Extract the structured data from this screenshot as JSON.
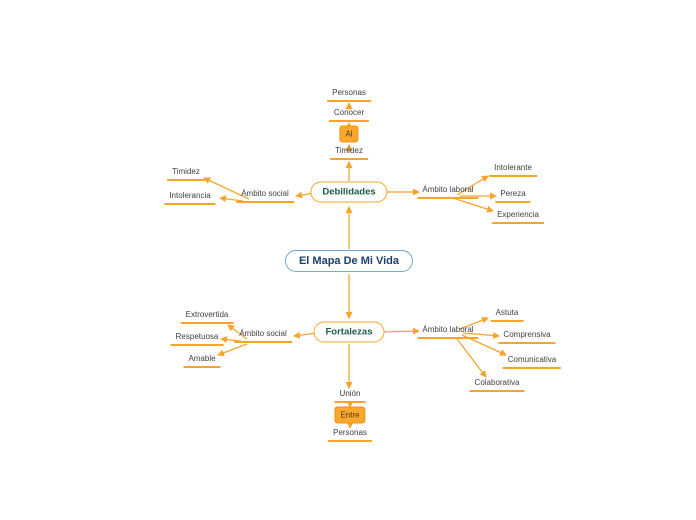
{
  "title": "El Mapa De Mi Vida",
  "colors": {
    "accent_orange": "#F7A42C",
    "box_fill_orange": "#F9A82C",
    "center_border_blue": "#6FA8D6",
    "center_text_navy": "#1D3F6E",
    "branch_text_green": "#1C5A4A",
    "leaf_text_gray": "#3F3F3F",
    "background": "#FFFFFF"
  },
  "branches": {
    "debilidades": {
      "label": "Debilidades",
      "chain_up": [
        {
          "label": "Timidez",
          "type": "text"
        },
        {
          "label": "Al",
          "type": "box"
        },
        {
          "label": "Conocer",
          "type": "text"
        },
        {
          "label": "Personas",
          "type": "text"
        }
      ],
      "social": {
        "label": "Ámbito social",
        "children": [
          "Timidez",
          "Intolerancia"
        ]
      },
      "laboral": {
        "label": "Ámbito laboral",
        "children": [
          "Intolerante",
          "Pereza",
          "Experiencia"
        ]
      }
    },
    "fortalezas": {
      "label": "Fortalezas",
      "social": {
        "label": "Ámbito social",
        "children": [
          "Extrovertida",
          "Respetuosa",
          "Amable"
        ]
      },
      "laboral": {
        "label": "Ámbito laboral",
        "children": [
          "Astuta",
          "Comprensiva",
          "Comunicativa",
          "Colaborativa"
        ]
      },
      "chain_down": [
        {
          "label": "Unión",
          "type": "text"
        },
        {
          "label": "Entre",
          "type": "box"
        },
        {
          "label": "Personas",
          "type": "text"
        }
      ]
    }
  }
}
